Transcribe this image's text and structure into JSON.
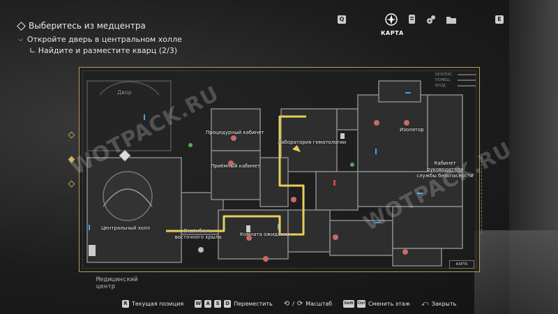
{
  "objectives": {
    "main": "Выберитесь из медцентра",
    "sub": "Откройте дверь в центральном холле",
    "subsub": "∟ Найдите и разместите кварц (2/3)"
  },
  "tabs": {
    "key_left": "Q",
    "key_right": "E",
    "active_label": "КАРТА",
    "items": [
      {
        "name": "map",
        "icon": "compass-icon"
      },
      {
        "name": "files",
        "icon": "file-icon"
      },
      {
        "name": "inventory",
        "icon": "gear-icon"
      },
      {
        "name": "documents",
        "icon": "folder-icon"
      }
    ]
  },
  "map": {
    "legend": [
      "БЕЗОПАС.",
      "ПОМЕЩ.",
      "ВХОД"
    ],
    "badge": "КАРТА",
    "rooms": {
      "courtyard": "Двор",
      "procedure": "Процедурный кабинет",
      "reception": "Приёмный кабинет",
      "hematology": "Лаборатория гематологии",
      "isolator": "Изолятор",
      "security_office": "Кабинет руководителя службы безопасности",
      "central_hall": "Центральный холл",
      "east_lobby": "Вестибюль восточного крыла",
      "waiting_room": "Комната ожидания"
    },
    "facility_name_line1": "Медицинский",
    "facility_name_line2": "центр",
    "accent_color": "#e8cf5a"
  },
  "watermark": "WOTPACK.RU",
  "controls": {
    "current_position_key": "R",
    "current_position": "Текущая позиция",
    "move_keys": [
      "W",
      "A",
      "S",
      "D"
    ],
    "move": "Переместить",
    "zoom_separator": "/",
    "zoom": "Масштаб",
    "floor_keys": [
      "Shift",
      "Ctrl"
    ],
    "floor": "Сменить этаж",
    "close": "Закрыть"
  }
}
